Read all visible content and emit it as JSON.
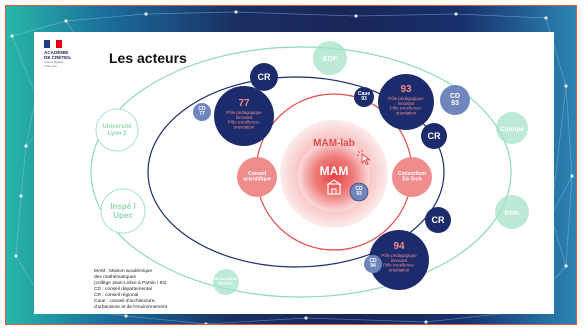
{
  "slide": {
    "title": "Les acteurs",
    "logo": {
      "line1": "ACADÉMIE",
      "line2": "DE CRÉTEIL",
      "motto": "Liberté Égalité Fraternité",
      "flag_colors": [
        "#1f3c8f",
        "#ffffff",
        "#e1000f"
      ]
    }
  },
  "diagram": {
    "center": {
      "title": "MAM",
      "subtitle": "MAM-lab",
      "home_icon": "home-icon",
      "badge": "CD\n93"
    },
    "inner_ring": [
      {
        "label": "Conseil\nscientifique"
      },
      {
        "label": "Consortium\nEd-Tech"
      }
    ],
    "middle_ring": [
      {
        "number": "77",
        "lines": [
          "Pôle pédagogique",
          "innovant",
          "Pôle excellence-",
          "orientation"
        ]
      },
      {
        "number": "93",
        "lines": [
          "Pôle pédagogique",
          "innovant",
          "Pôle excellence-",
          "orientation"
        ]
      },
      {
        "number": "94",
        "lines": [
          "Pôle pédagogique",
          "innovant",
          "Pôle excellence-",
          "orientation"
        ]
      }
    ],
    "cr_label": "CR",
    "cd_badges": [
      "CD\n77",
      "CD\n93",
      "CD\n94"
    ],
    "caue_badge": "Caue\n93",
    "outer_ring": [
      {
        "label": "EDF"
      },
      {
        "label": "Canopé"
      },
      {
        "label": "Irem"
      },
      {
        "label": "Association\nScratch"
      },
      {
        "label": "Inspé /\nUpec"
      },
      {
        "label": "Université\nLyon 2"
      }
    ],
    "colors": {
      "navy": "#1c2b6b",
      "steel": "#6f86bd",
      "red_accent": "#e24b4b",
      "pink_bubble": "#ef8c8c",
      "mint": "#a7e3c5",
      "mint_text": "#8fd6b1",
      "mint_ring": "#8fd9b5"
    }
  },
  "legend": [
    "MAM : Maison académique",
    "des mathématiques",
    "(collège Jean-Lolive à Pantin / 93)",
    "CD : conseil départemental",
    "CR : conseil régional",
    "Caue : conseil d'architecture,",
    "d'urbanisme et de l'environnement"
  ]
}
